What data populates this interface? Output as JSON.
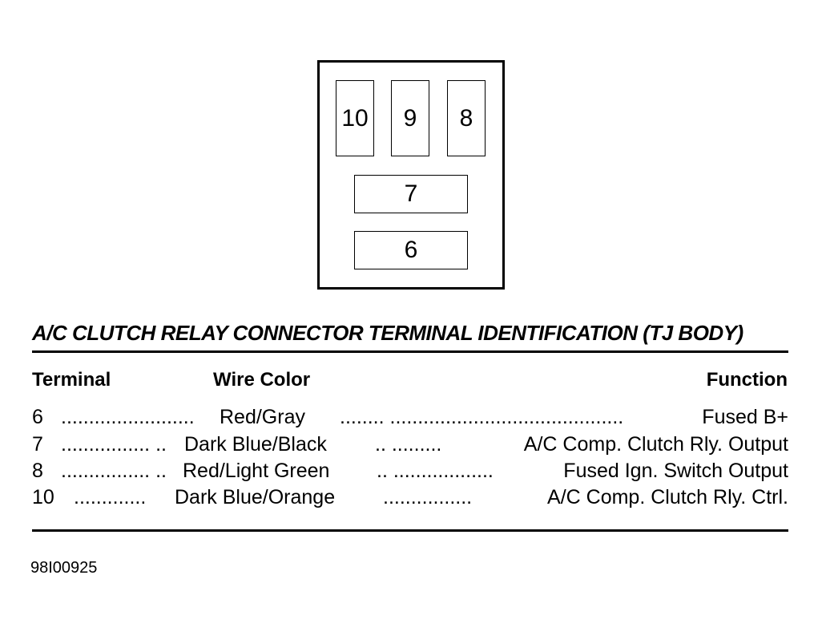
{
  "connector": {
    "terminals": [
      "10",
      "9",
      "8",
      "7",
      "6"
    ]
  },
  "table": {
    "title": "A/C CLUTCH RELAY CONNECTOR TERMINAL IDENTIFICATION (TJ BODY)",
    "headers": {
      "terminal": "Terminal",
      "wire_color": "Wire Color",
      "function": "Function"
    },
    "rows": [
      {
        "terminal": "6",
        "dots1": "........................",
        "wire_color": "Red/Gray",
        "dots2": "........ ..........................................",
        "function": "Fused B+"
      },
      {
        "terminal": "7",
        "dots1": "................ ..",
        "wire_color": "Dark Blue/Black",
        "dots2": ".. .........",
        "function": "A/C Comp. Clutch Rly. Output"
      },
      {
        "terminal": "8",
        "dots1": "................ ..",
        "wire_color": "Red/Light Green",
        "dots2": ".. ..................",
        "function": "Fused Ign. Switch Output"
      },
      {
        "terminal": "10",
        "dots1": ".............",
        "wire_color": "Dark Blue/Orange",
        "dots2": "................",
        "function": "A/C Comp. Clutch Rly. Ctrl."
      }
    ]
  },
  "figure_id": "98I00925"
}
